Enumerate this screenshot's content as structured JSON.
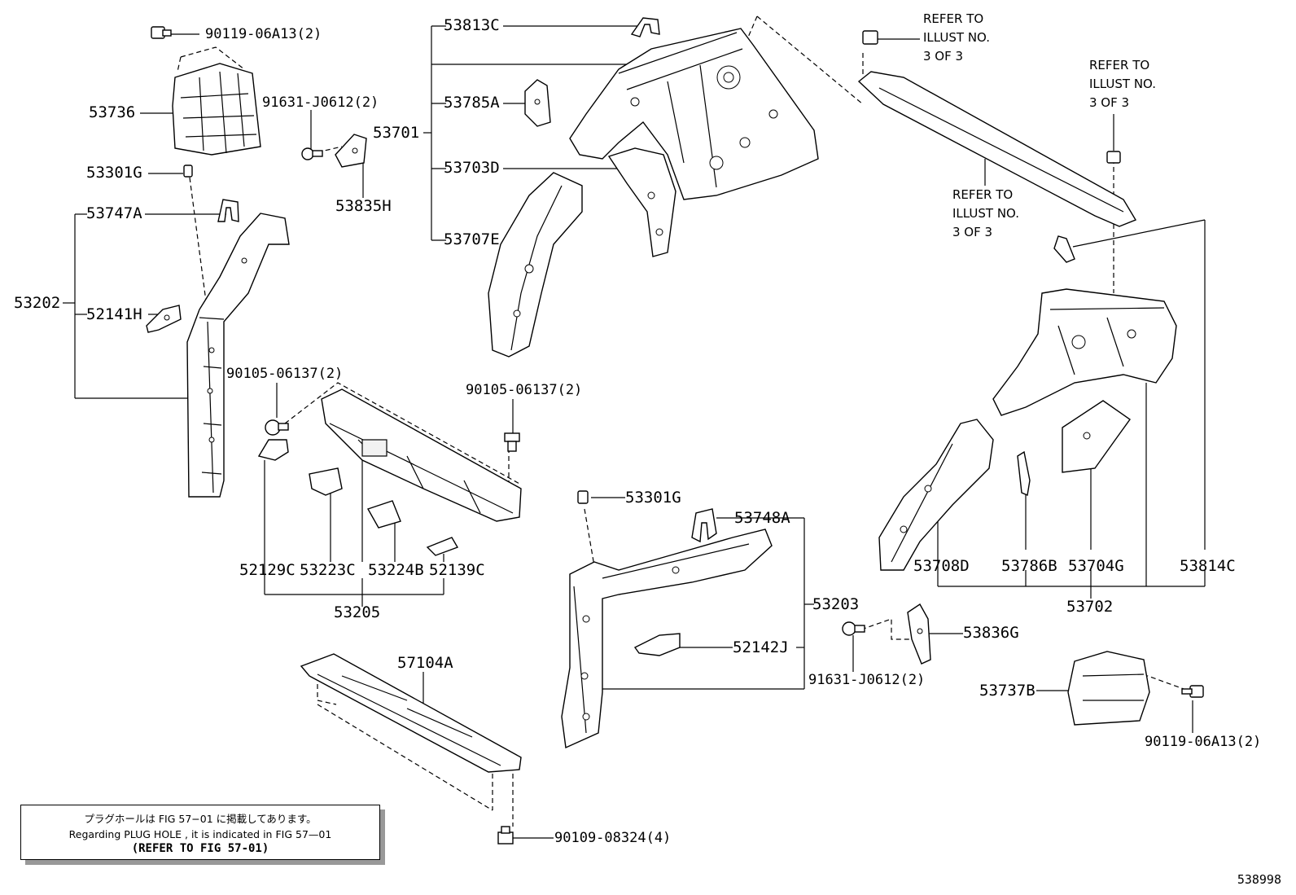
{
  "labels": {
    "p90119_06A13_top": "90119-06A13(2)",
    "p53736": "53736",
    "p91631_J0612_top": "91631-J0612(2)",
    "p53301G_top": "53301G",
    "p53835H": "53835H",
    "p53747A": "53747A",
    "p53202": "53202",
    "p52141H": "52141H",
    "p53813C": "53813C",
    "p53785A": "53785A",
    "p53701": "53701",
    "p53703D": "53703D",
    "p53707E": "53707E",
    "p90105_06137_left": "90105-06137(2)",
    "p90105_06137_right": "90105-06137(2)",
    "p52129C": "52129C",
    "p53223C": "53223C",
    "p53224B": "53224B",
    "p52139C": "52139C",
    "p53205": "53205",
    "p53301G_mid": "53301G",
    "p53748A": "53748A",
    "p53203": "53203",
    "p52142J": "52142J",
    "p57104A": "57104A",
    "p90109_08324": "90109-08324(4)",
    "p53836G": "53836G",
    "p91631_J0612_bottom": "91631-J0612(2)",
    "p53708D": "53708D",
    "p53786B": "53786B",
    "p53704G": "53704G",
    "p53814C": "53814C",
    "p53702": "53702",
    "p53737B": "53737B",
    "p90119_06A13_bottom": "90119-06A13(2)"
  },
  "refer_notes": {
    "top_right_1": [
      "REFER TO",
      "ILLUST NO.",
      "3 OF 3"
    ],
    "top_right_2": [
      "REFER TO",
      "ILLUST NO.",
      "3 OF 3"
    ],
    "mid_right": [
      "REFER TO",
      "ILLUST NO.",
      "3 OF 3"
    ]
  },
  "note_box": {
    "japanese": "プラグホールは FIG 57−01 に掲載してあります。",
    "english": "Regarding  PLUG  HOLE , it is indicated in  FIG  57—01",
    "reference": "(REFER TO FIG 57-01)"
  },
  "diagram_id": "538998"
}
